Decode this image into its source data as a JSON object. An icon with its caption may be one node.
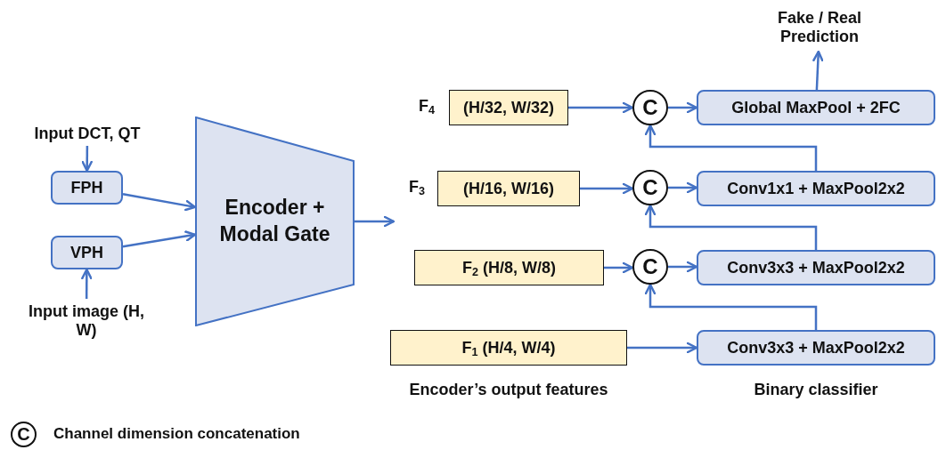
{
  "diagram": {
    "nodes": [
      {
        "text": [
          "Input DCT, QT"
        ]
      },
      {
        "text": [
          "FPH"
        ]
      },
      {
        "text": [
          "VPH"
        ]
      },
      {
        "text": [
          "Input image (H, W)"
        ]
      },
      {
        "text": [
          "Encoder + Modal Gate"
        ]
      },
      {
        "text": [
          "(H/32, W/32)"
        ],
        "beside": [
          "F$_{4}$"
        ]
      },
      {
        "text": [
          "(H/16, W/16)"
        ],
        "beside": [
          "F$_{3}$"
        ]
      },
      {
        "text": [
          "F$_{2}$ (H/8, W/8)"
        ]
      },
      {
        "text": [
          "F$_{1}$ (H/4, W/4)"
        ]
      },
      {
        "text": [
          "C"
        ]
      },
      {
        "text": [
          "C"
        ]
      },
      {
        "text": [
          "C"
        ]
      },
      {
        "text": [
          "Global MaxPool + 2FC"
        ]
      },
      {
        "text": [
          "Conv1x1 + MaxPool2x2"
        ]
      },
      {
        "text": [
          "Conv3x3 + MaxPool2x2"
        ]
      },
      {
        "text": [
          "Conv3x3 + MaxPool2x2"
        ]
      },
      {
        "text": [
          "Fake / Real Prediction"
        ]
      }
    ],
    "edges": [
      {
        "from": 0,
        "to": 1,
        "arrow": "to"
      },
      {
        "from": 3,
        "to": 2,
        "arrow": "to"
      },
      {
        "from": 1,
        "to": 4,
        "arrow": "to"
      },
      {
        "from": 2,
        "to": 4,
        "arrow": "to"
      },
      {
        "from": 4,
        "to": null,
        "arrow": "to"
      },
      {
        "from": 5,
        "to": 9,
        "arrow": "to"
      },
      {
        "from": 9,
        "to": 12,
        "arrow": "to"
      },
      {
        "from": 6,
        "to": 10,
        "arrow": "to"
      },
      {
        "from": 10,
        "to": 13,
        "arrow": "to"
      },
      {
        "from": 7,
        "to": 11,
        "arrow": "to"
      },
      {
        "from": 11,
        "to": 14,
        "arrow": "to"
      },
      {
        "from": 8,
        "to": 15,
        "arrow": "to"
      },
      {
        "from": 13,
        "to": 9,
        "arrow": "to"
      },
      {
        "from": 14,
        "to": 10,
        "arrow": "to"
      },
      {
        "from": 15,
        "to": 11,
        "arrow": "to"
      },
      {
        "from": 12,
        "to": 16,
        "arrow": "to"
      }
    ],
    "labels": [
      "Encoder’s output features",
      "Binary classifier",
      "C"
    ],
    "legend": [
      {
        "text": "Channel dimension concatenation"
      }
    ]
  }
}
